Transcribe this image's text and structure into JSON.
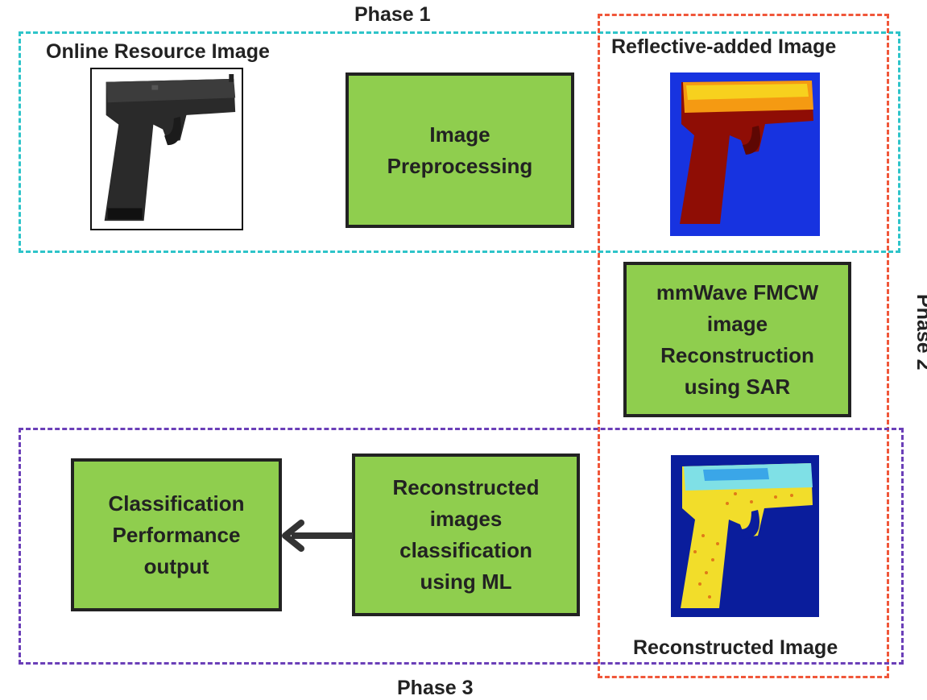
{
  "phases": {
    "phase1": "Phase 1",
    "phase2": "Phase 2",
    "phase3": "Phase 3"
  },
  "captions": {
    "online_resource": "Online Resource Image",
    "reflective_added": "Reflective-added Image",
    "reconstructed": "Reconstructed Image"
  },
  "boxes": {
    "preprocessing": "Image\nPreprocessing",
    "sar_reconstruction": "mmWave FMCW\nimage\nReconstruction\nusing SAR",
    "ml_classification": "Reconstructed\nimages\nclassification\nusing ML",
    "performance_output": "Classification\nPerformance\noutput"
  },
  "colors": {
    "phase1_border": "#2ec4c9",
    "phase2_border": "#f0573a",
    "phase3_border": "#6b3fb8",
    "box_fill": "#8fce4e"
  },
  "icons": {
    "online_image": "pistol-photo",
    "reflective_image": "pistol-heatmap",
    "reconstructed_image": "pistol-reconstruction",
    "flow_arrow": "arrow-left"
  }
}
